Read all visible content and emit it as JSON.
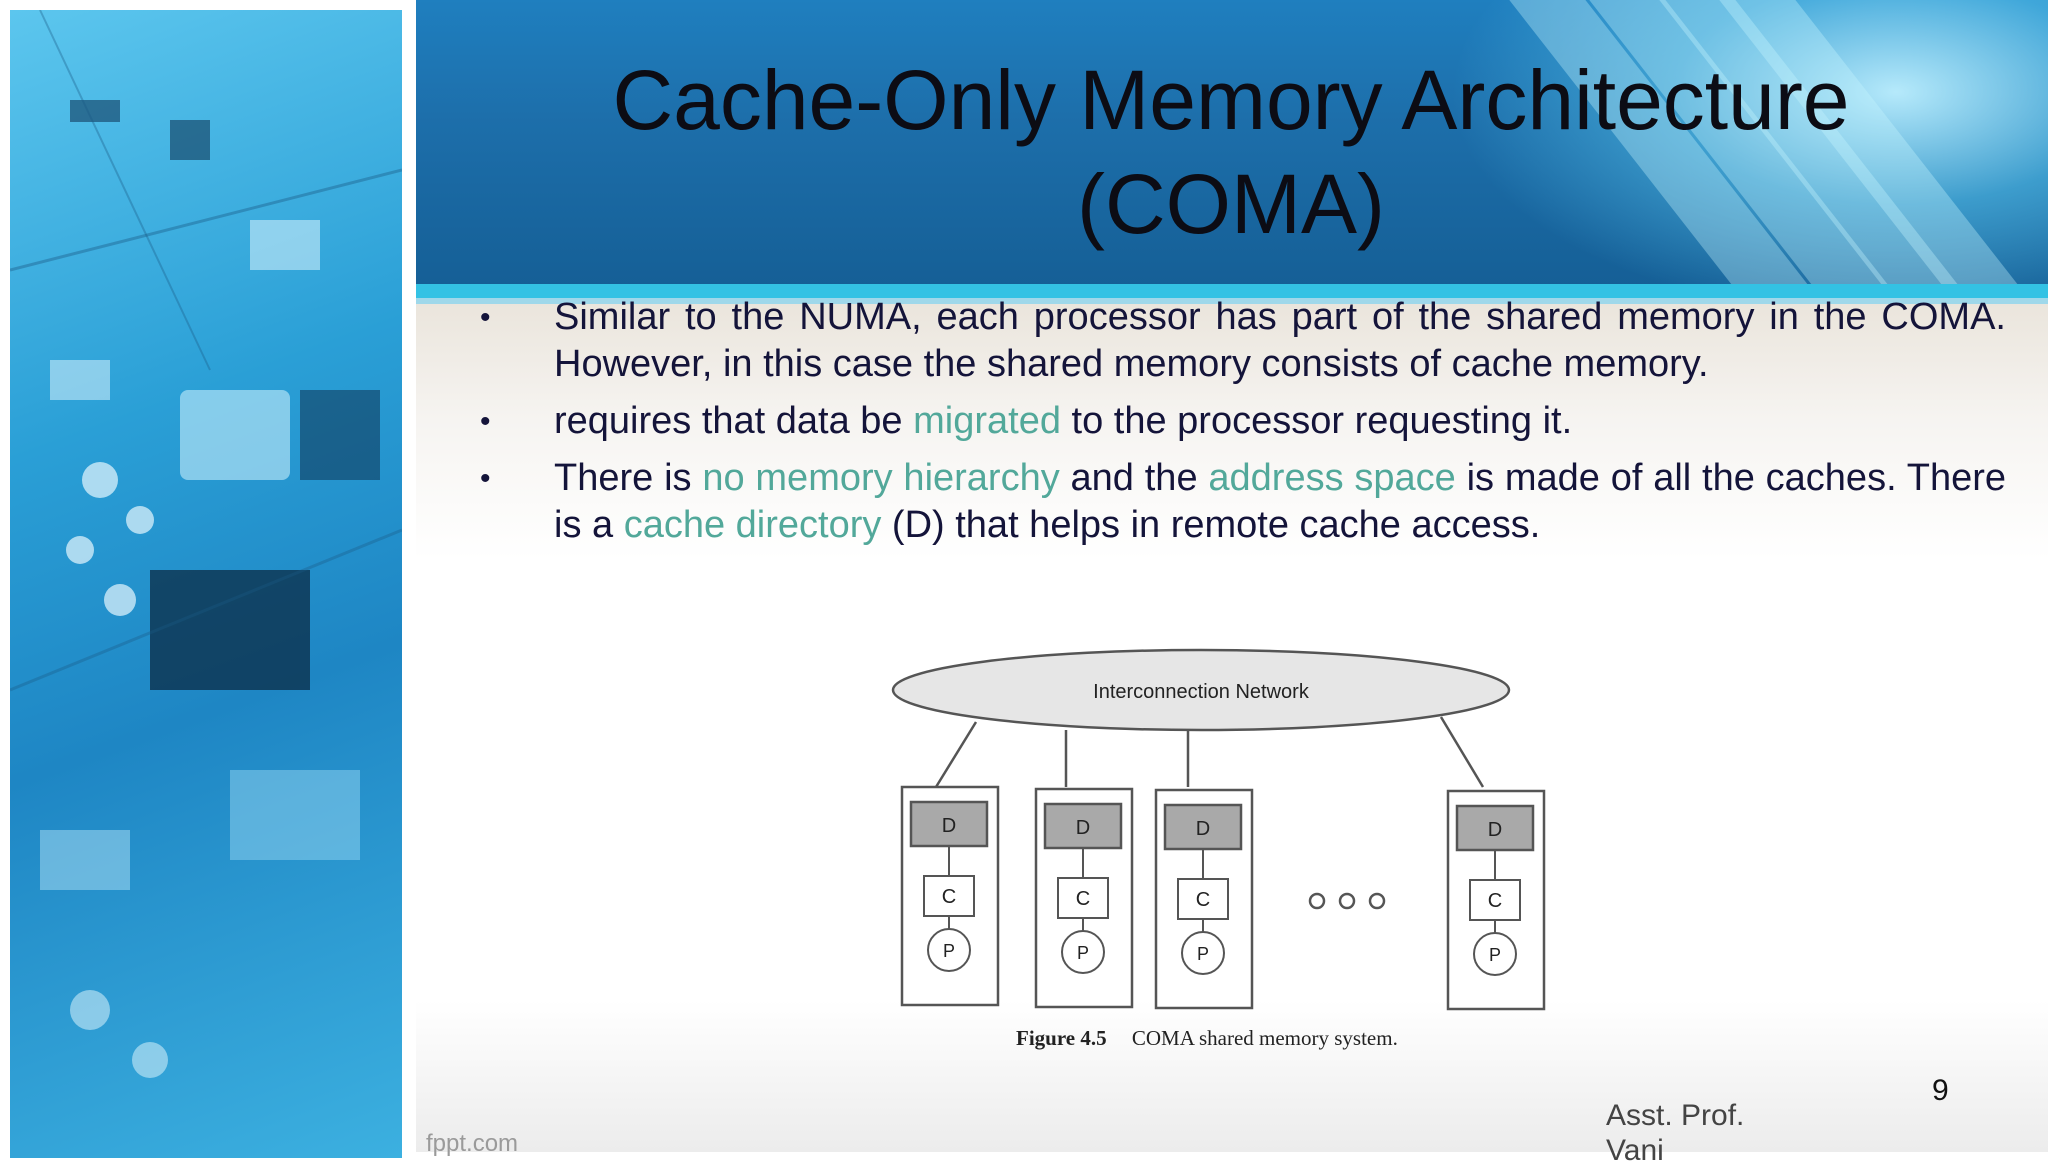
{
  "slide": {
    "title_line1": "Cache-Only Memory Architecture",
    "title_line2": "(COMA)",
    "bullets": [
      {
        "parts": [
          "Similar to the NUMA, each processor has part of the shared memory in the COMA. However, in this case the shared memory consists of cache memory."
        ]
      },
      {
        "p1": "requires that data be ",
        "h1": "migrated",
        "p2": " to the processor requesting it."
      },
      {
        "p1": "There is ",
        "h1": "no memory hierarchy",
        "p2": " and the ",
        "h2": "address space",
        "p3": " is made of all the caches. There is a ",
        "h3": "cache directory",
        "p4": " (D) that helps in remote cache access."
      }
    ],
    "bullet_symbol": "•",
    "highlight_color": "#52a89a",
    "page_number": "9",
    "author_line1": "Asst. Prof.",
    "author_line2": "Vani",
    "watermark": "fppt.com"
  },
  "figure": {
    "network_label": "Interconnection Network",
    "node_labels": {
      "directory": "D",
      "cache": "C",
      "processor": "P"
    },
    "caption_number": "Figure 4.5",
    "caption_text": "COMA shared memory system."
  }
}
